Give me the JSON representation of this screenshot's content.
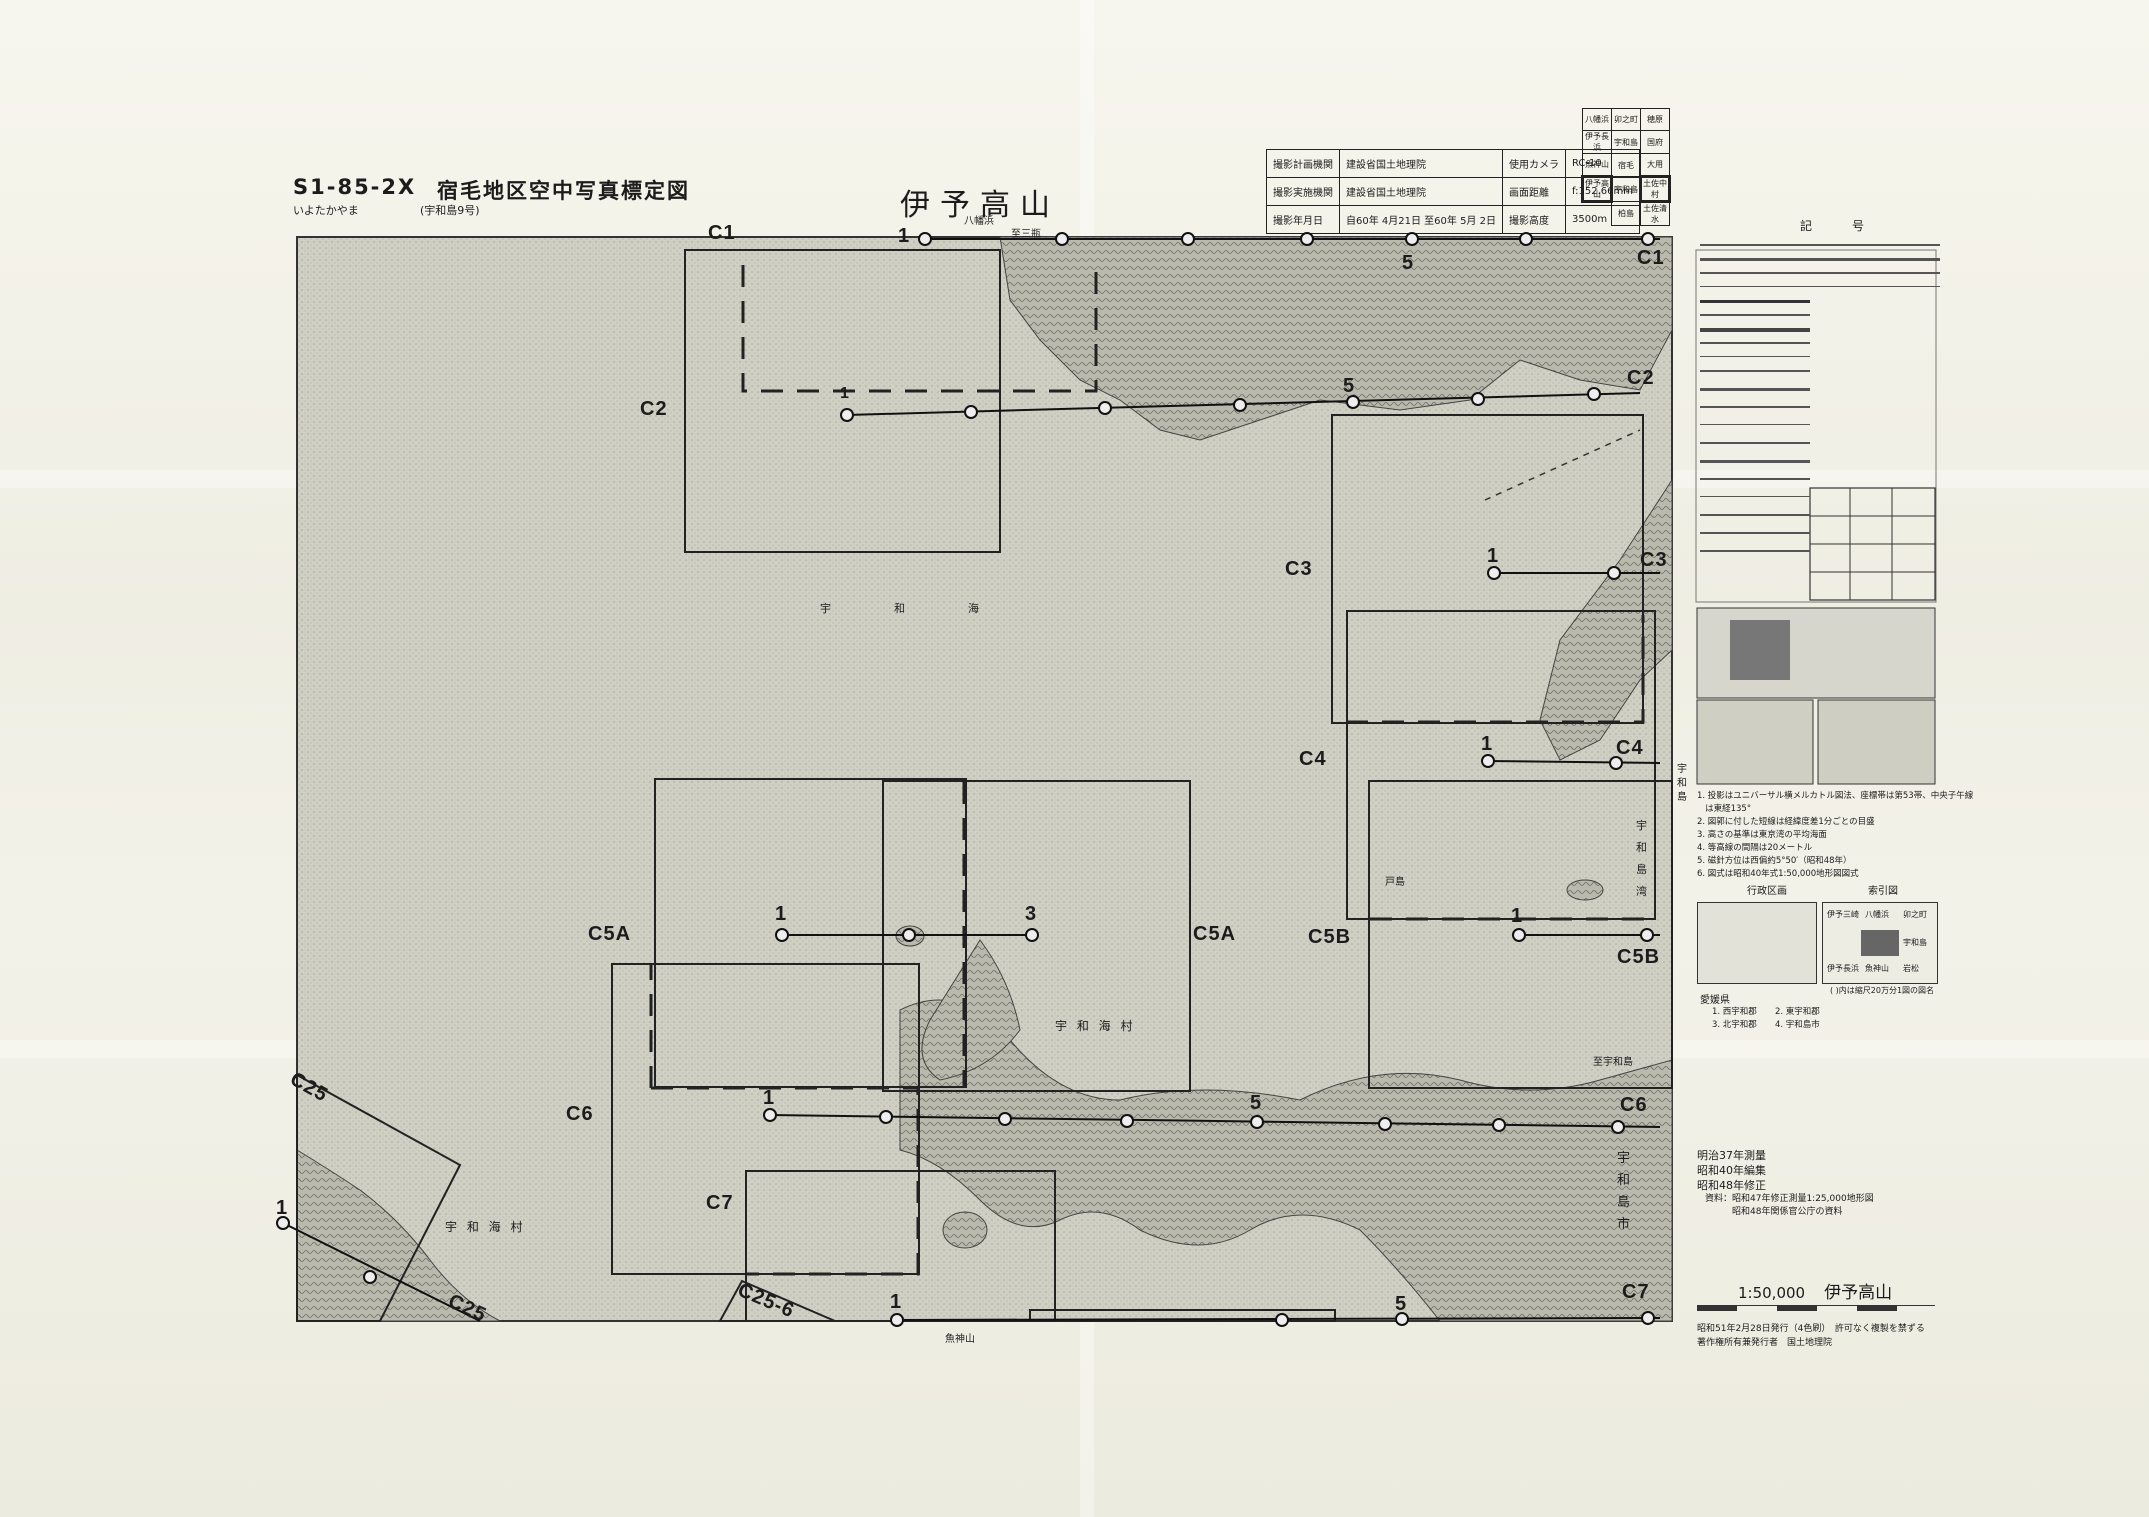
{
  "header": {
    "code": "S1-85-2X",
    "title": "宿毛地区空中写真標定図",
    "reading": "いよたかやま",
    "sheet_no": "(宇和島9号)",
    "map_name": "伊予高山"
  },
  "photo_info": {
    "rows": [
      [
        "撮影計画機関",
        "建設省国土地理院",
        "使用カメラ",
        "RC-10"
      ],
      [
        "撮影実施機関",
        "建設省国土地理院",
        "画面距離",
        "f:152.66mm"
      ],
      [
        "撮影年月日",
        "自60年 4月21日 至60年 5月 2日",
        "撮影高度",
        "3500m"
      ]
    ]
  },
  "adjacent_sheets": [
    [
      "八幡浜",
      "卯之町",
      "穂原"
    ],
    [
      "伊予長浜",
      "宇和島",
      "国府"
    ],
    [
      "魚神山",
      "宿毛",
      "大用"
    ],
    [
      "伊予高山",
      "宇和島",
      "土佐中村"
    ],
    [
      "",
      "柏島",
      "土佐清水"
    ]
  ],
  "map_labels": {
    "top_place": "八幡浜",
    "top_place2": "至三瓶",
    "sea_uwa": "宇　和　海",
    "uwakai_mura": "宇 和 海 村",
    "uwakai_mura2": "宇 和 海 村",
    "uwajima_shi": "宇和島市",
    "uwajima_bay": "宇 和 島 湾",
    "bottom_place": "魚神山",
    "right_edge": "宇和島",
    "tokura": "戸島",
    "shikoku": "至宇和島"
  },
  "courses": [
    {
      "label": "C1",
      "start": "1",
      "end": "5"
    },
    {
      "label": "C2",
      "start": "1",
      "end": "5"
    },
    {
      "label": "C3",
      "start": "1"
    },
    {
      "label": "C4",
      "start": "1"
    },
    {
      "label": "C5A",
      "start": "1",
      "end": "3"
    },
    {
      "label": "C5B",
      "start": "1"
    },
    {
      "label": "C6",
      "start": "1",
      "end": "5"
    },
    {
      "label": "C7",
      "start": "1",
      "end": "5"
    },
    {
      "label": "C25",
      "start": "1"
    },
    {
      "label": "C25-6"
    }
  ],
  "legend": {
    "title": "記　号"
  },
  "inset": {
    "admin_title": "行政区画",
    "index_title": "索引図",
    "admin_list_title": "愛媛県",
    "admin_items": [
      "1. 西宇和郡",
      "2. 東宇和郡",
      "3. 北宇和郡",
      "4. 宇和島市"
    ],
    "index_cells": [
      "伊予三崎",
      "八幡浜",
      "卯之町",
      "",
      "",
      "宇和島",
      "伊予長浜",
      "魚神山",
      "岩松"
    ],
    "index_note": "( )内は縮尺20万分1図の図名"
  },
  "notes": [
    "1. 投影はユニバーサル横メルカトル図法、座標帯は第53帯、中央子午線",
    "   は東経135°",
    "2. 図郭に付した短線は経緯度差1分ごとの目盛",
    "3. 高さの基準は東京湾の平均海面",
    "4. 等高線の間隔は20メートル",
    "5. 磁針方位は西偏約5°50′（昭和48年）",
    "6. 図式は昭和40年式1:50,000地形図図式"
  ],
  "survey": {
    "lines": [
      "明治37年測量",
      "昭和40年編集",
      "昭和48年修正"
    ],
    "materials": "資料：昭和47年修正測量1:25,000地形図\n　　　昭和48年関係官公庁の資料"
  },
  "scale": {
    "ratio": "1:50,000",
    "name": "伊予高山"
  },
  "publish": {
    "text": "昭和51年2月28日発行（4色刷）　許可なく複製を禁ずる\n著作権所有兼発行者　国土地理院"
  }
}
